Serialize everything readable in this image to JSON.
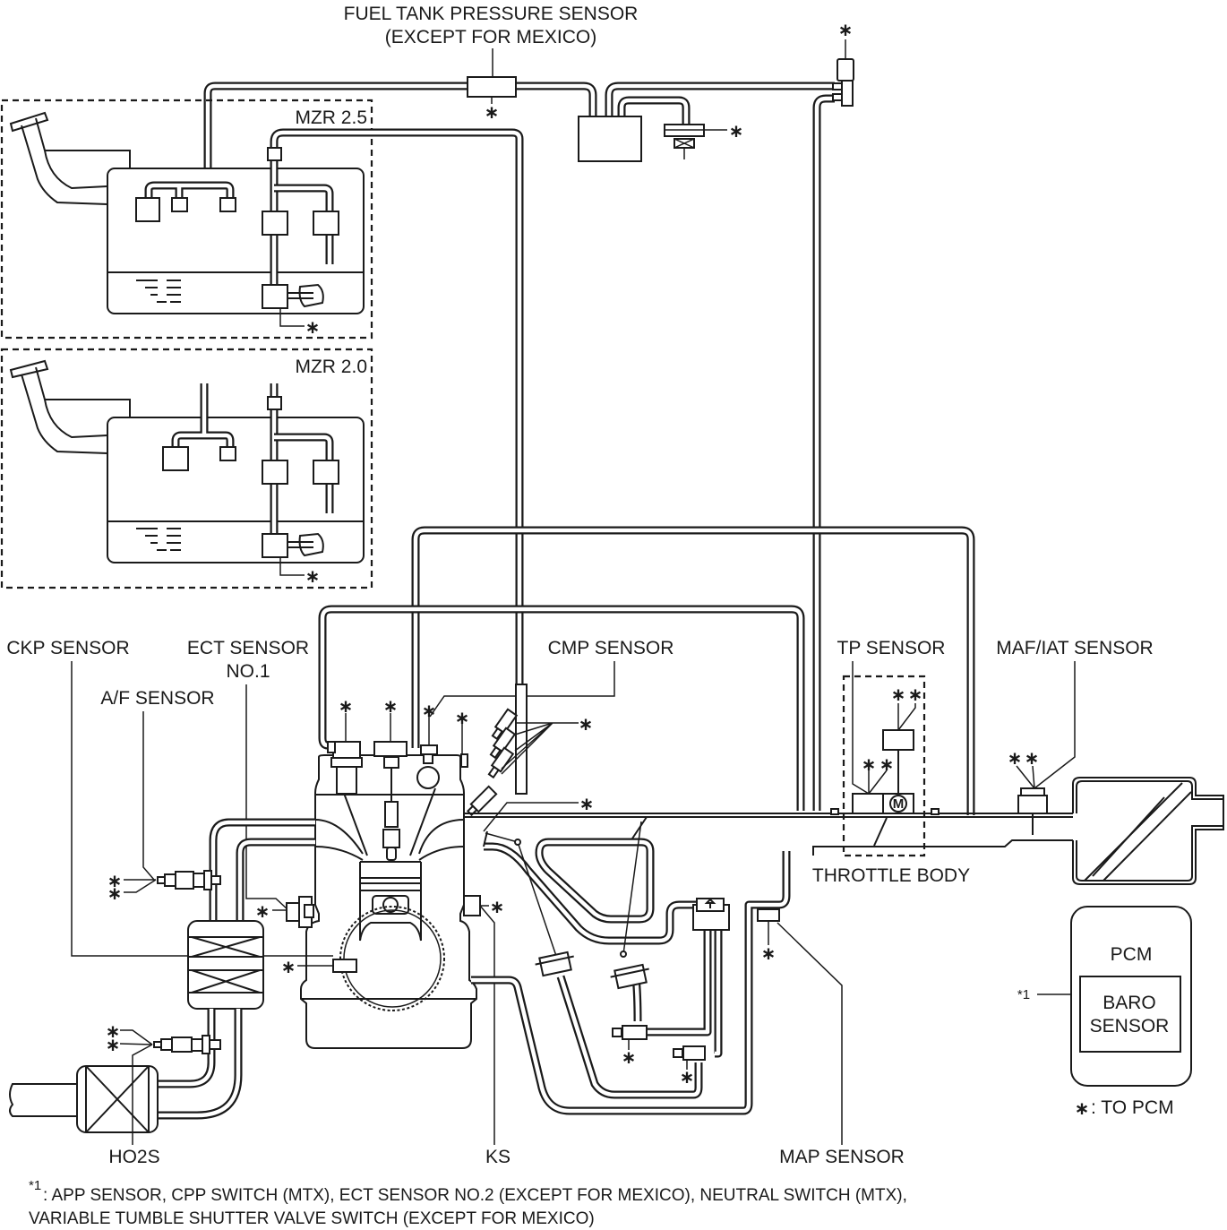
{
  "diagram": {
    "title": "Engine control system diagram",
    "labels": {
      "fuel_tank_pressure_sensor_line1": "FUEL TANK PRESSURE SENSOR",
      "fuel_tank_pressure_sensor_line2": "(EXCEPT FOR MEXICO)",
      "mzr25": "MZR 2.5",
      "mzr20": "MZR 2.0",
      "ckp_sensor": "CKP SENSOR",
      "ect_sensor_line1": "ECT SENSOR",
      "ect_sensor_line2": "NO.1",
      "af_sensor": "A/F SENSOR",
      "cmp_sensor": "CMP SENSOR",
      "tp_sensor": "TP SENSOR",
      "maf_iat_sensor": "MAF/IAT SENSOR",
      "throttle_body": "THROTTLE BODY",
      "ho2s": "HO2S",
      "ks": "KS",
      "map_sensor": "MAP SENSOR",
      "pcm": "PCM",
      "baro_sensor_line1": "BARO",
      "baro_sensor_line2": "SENSOR",
      "note_ref": "*1",
      "motor_symbol": "M"
    },
    "legend": {
      "asterisk": "∗",
      "to_pcm": ": TO PCM"
    },
    "footnote": {
      "marker": "*1",
      "line1": ": APP SENSOR, CPP SWITCH (MTX), ECT SENSOR NO.2 (EXCEPT FOR MEXICO), NEUTRAL SWITCH (MTX),",
      "line2": "VARIABLE TUMBLE SHUTTER VALVE SWITCH (EXCEPT FOR MEXICO)"
    },
    "asterisk_glyph": "∗"
  }
}
